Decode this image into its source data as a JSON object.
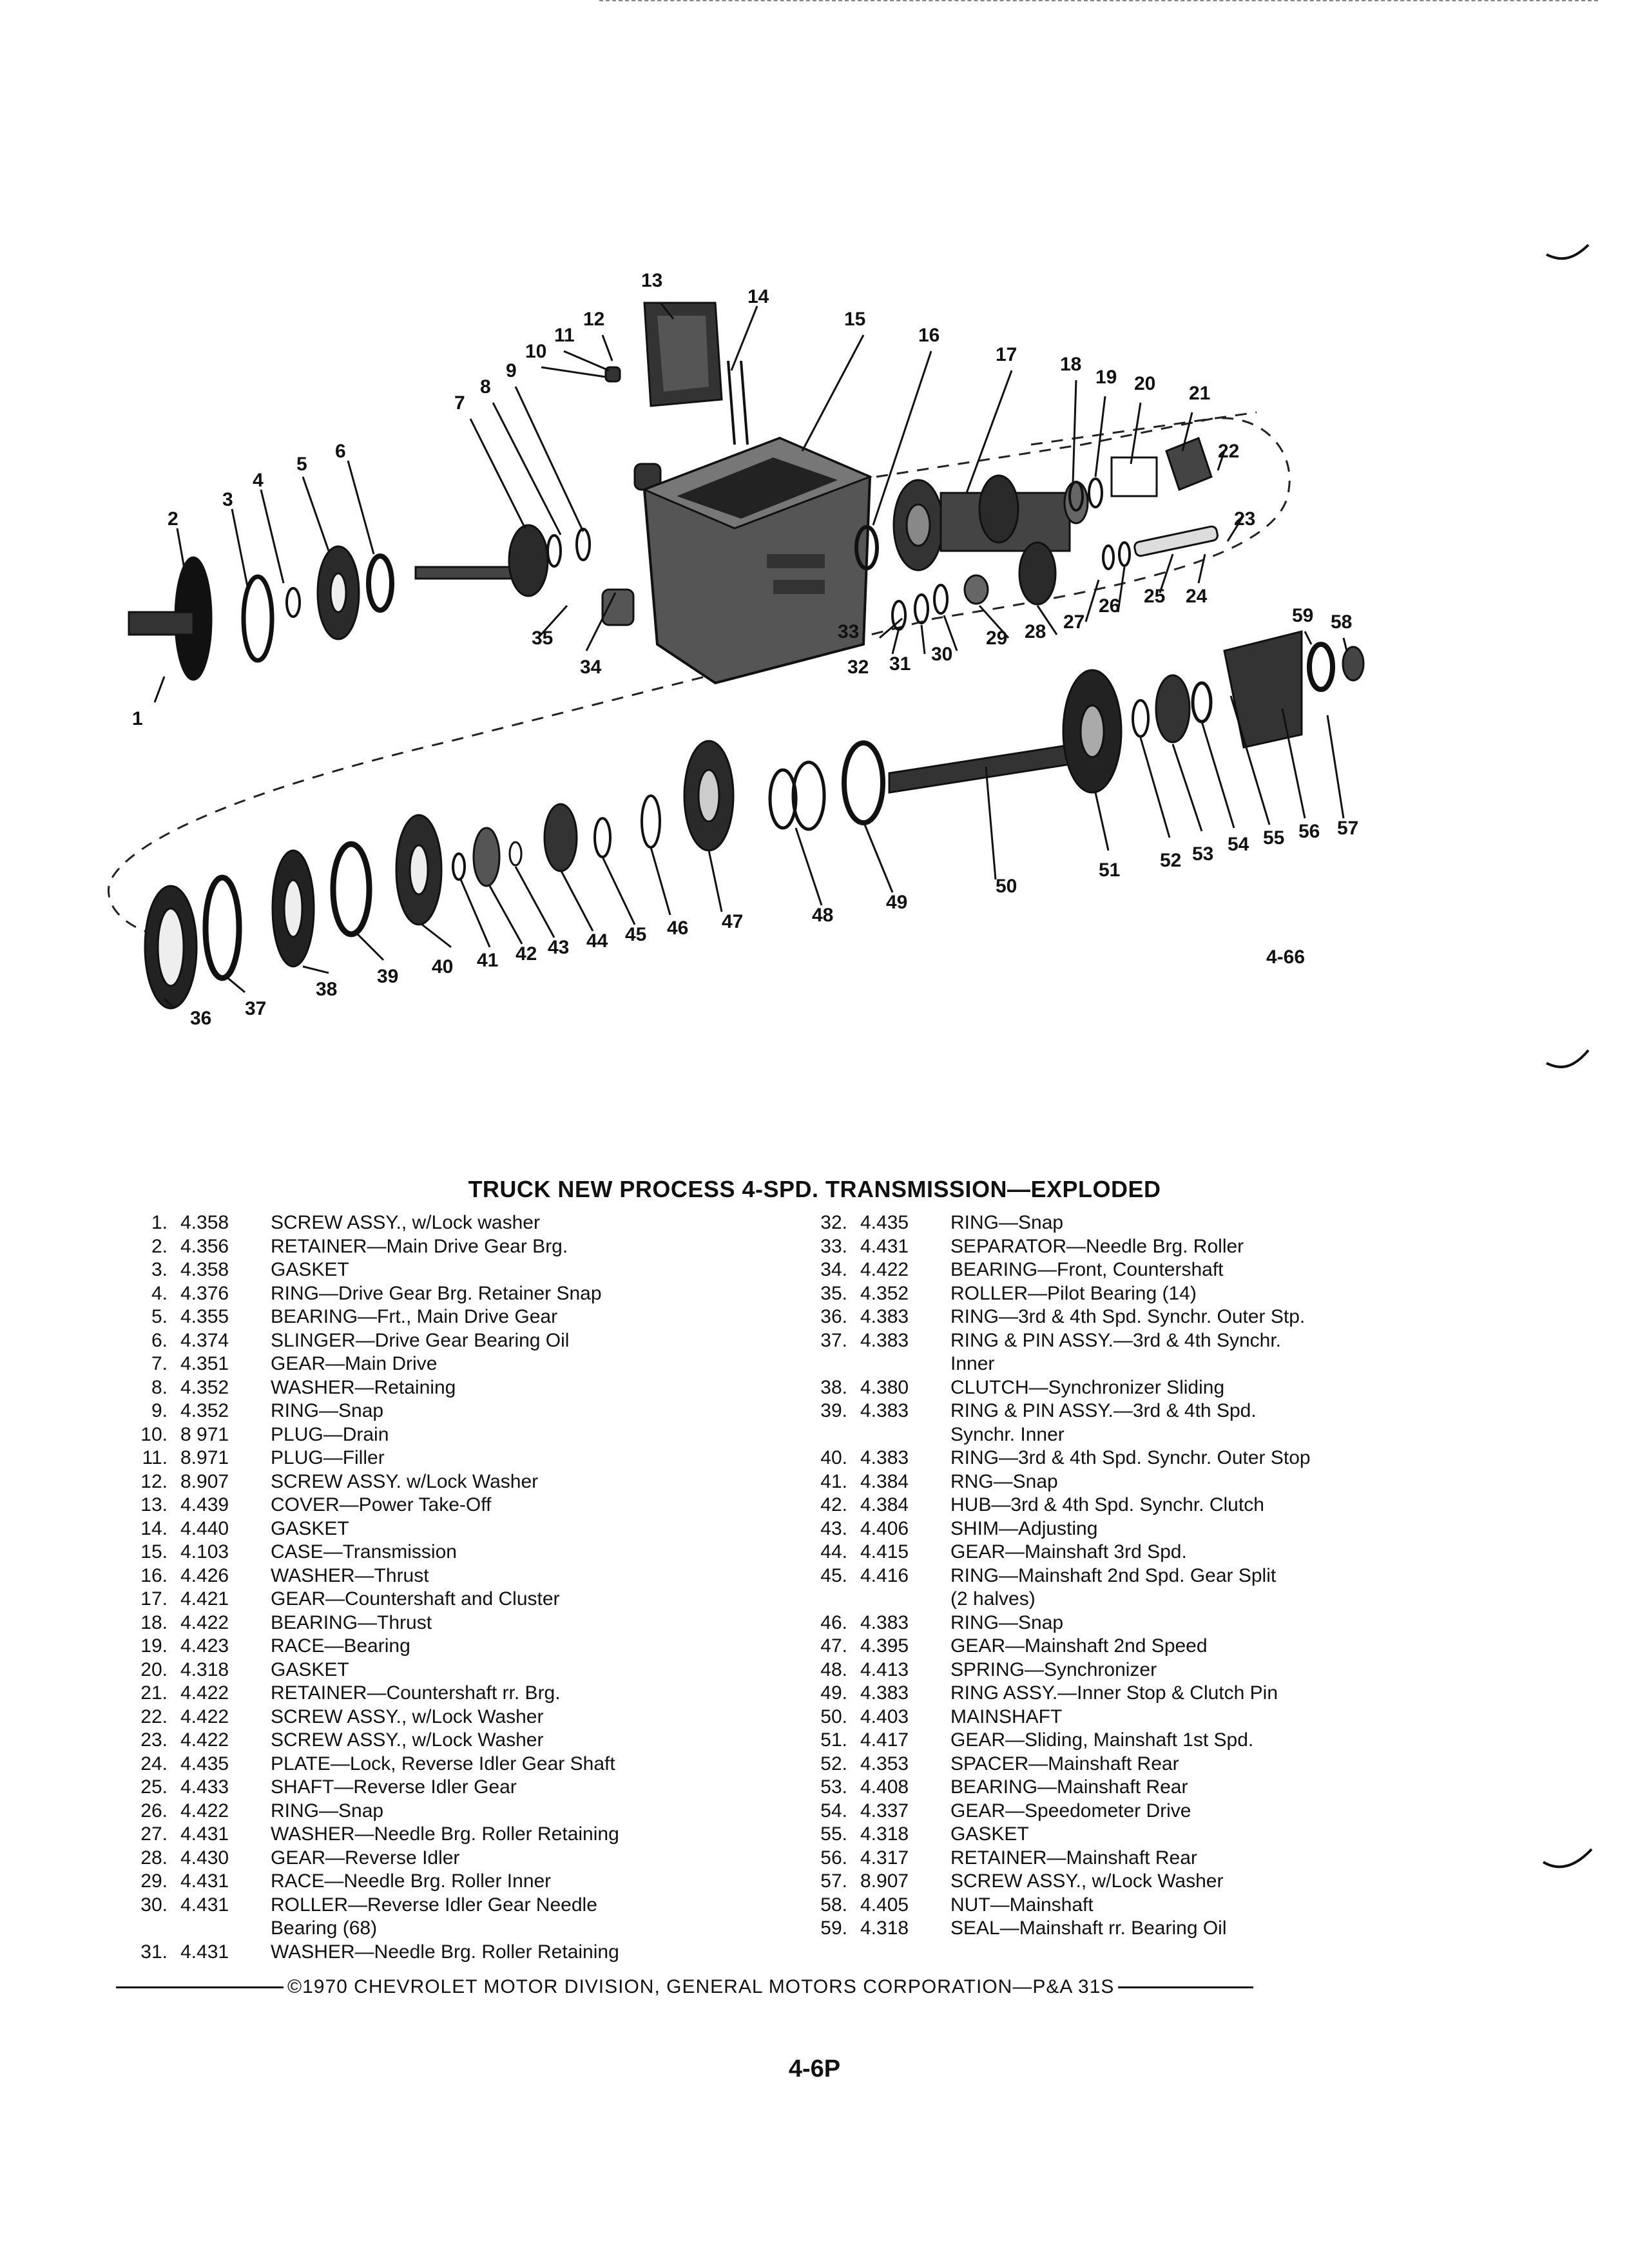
{
  "diagram": {
    "figure_number": "4-66",
    "callouts": [
      "1",
      "2",
      "3",
      "4",
      "5",
      "6",
      "7",
      "8",
      "9",
      "10",
      "11",
      "12",
      "13",
      "14",
      "15",
      "16",
      "17",
      "18",
      "19",
      "20",
      "21",
      "22",
      "23",
      "24",
      "25",
      "26",
      "27",
      "28",
      "29",
      "30",
      "31",
      "32",
      "33",
      "34",
      "35",
      "36",
      "37",
      "38",
      "39",
      "40",
      "41",
      "42",
      "43",
      "44",
      "45",
      "46",
      "47",
      "48",
      "49",
      "50",
      "51",
      "52",
      "53",
      "54",
      "55",
      "56",
      "57",
      "58",
      "59"
    ]
  },
  "document": {
    "title": "TRUCK NEW PROCESS 4-SPD. TRANSMISSION—EXPLODED",
    "footer": "©1970 CHEVROLET MOTOR DIVISION, GENERAL MOTORS CORPORATION—P&A 31S",
    "page_number": "4-6P"
  },
  "parts_left": [
    {
      "num": "1.",
      "code": "4.358",
      "desc": "SCREW ASSY., w/Lock washer"
    },
    {
      "num": "2.",
      "code": "4.356",
      "desc": "RETAINER—Main Drive Gear Brg."
    },
    {
      "num": "3.",
      "code": "4.358",
      "desc": "GASKET"
    },
    {
      "num": "4.",
      "code": "4.376",
      "desc": "RING—Drive Gear Brg. Retainer Snap"
    },
    {
      "num": "5.",
      "code": "4.355",
      "desc": "BEARING—Frt., Main Drive Gear"
    },
    {
      "num": "6.",
      "code": "4.374",
      "desc": "SLINGER—Drive Gear Bearing Oil"
    },
    {
      "num": "7.",
      "code": "4.351",
      "desc": "GEAR—Main Drive"
    },
    {
      "num": "8.",
      "code": "4.352",
      "desc": "WASHER—Retaining"
    },
    {
      "num": "9.",
      "code": "4.352",
      "desc": "RING—Snap"
    },
    {
      "num": "10.",
      "code": "8 971",
      "desc": "PLUG—Drain"
    },
    {
      "num": "11.",
      "code": "8.971",
      "desc": "PLUG—Filler"
    },
    {
      "num": "12.",
      "code": "8.907",
      "desc": "SCREW ASSY. w/Lock Washer"
    },
    {
      "num": "13.",
      "code": "4.439",
      "desc": "COVER—Power Take-Off"
    },
    {
      "num": "14.",
      "code": "4.440",
      "desc": "GASKET"
    },
    {
      "num": "15.",
      "code": "4.103",
      "desc": "CASE—Transmission"
    },
    {
      "num": "16.",
      "code": "4.426",
      "desc": "WASHER—Thrust"
    },
    {
      "num": "17.",
      "code": "4.421",
      "desc": "GEAR—Countershaft and Cluster"
    },
    {
      "num": "18.",
      "code": "4.422",
      "desc": "BEARING—Thrust"
    },
    {
      "num": "19.",
      "code": "4.423",
      "desc": "RACE—Bearing"
    },
    {
      "num": "20.",
      "code": "4.318",
      "desc": "GASKET"
    },
    {
      "num": "21.",
      "code": "4.422",
      "desc": "RETAINER—Countershaft rr. Brg."
    },
    {
      "num": "22.",
      "code": "4.422",
      "desc": "SCREW ASSY., w/Lock Washer"
    },
    {
      "num": "23.",
      "code": "4.422",
      "desc": "SCREW ASSY., w/Lock Washer"
    },
    {
      "num": "24.",
      "code": "4.435",
      "desc": "PLATE—Lock, Reverse Idler Gear Shaft"
    },
    {
      "num": "25.",
      "code": "4.433",
      "desc": "SHAFT—Reverse Idler Gear"
    },
    {
      "num": "26.",
      "code": "4.422",
      "desc": "RING—Snap"
    },
    {
      "num": "27.",
      "code": "4.431",
      "desc": "WASHER—Needle Brg. Roller Retaining"
    },
    {
      "num": "28.",
      "code": "4.430",
      "desc": "GEAR—Reverse Idler"
    },
    {
      "num": "29.",
      "code": "4.431",
      "desc": "RACE—Needle Brg. Roller Inner"
    },
    {
      "num": "30.",
      "code": "4.431",
      "desc": "ROLLER—Reverse Idler Gear Needle",
      "desc2": "Bearing (68)"
    },
    {
      "num": "31.",
      "code": "4.431",
      "desc": "WASHER—Needle Brg. Roller Retaining"
    }
  ],
  "parts_right": [
    {
      "num": "32.",
      "code": "4.435",
      "desc": "RING—Snap"
    },
    {
      "num": "33.",
      "code": "4.431",
      "desc": "SEPARATOR—Needle Brg. Roller"
    },
    {
      "num": "34.",
      "code": "4.422",
      "desc": "BEARING—Front, Countershaft"
    },
    {
      "num": "35.",
      "code": "4.352",
      "desc": "ROLLER—Pilot Bearing (14)"
    },
    {
      "num": "36.",
      "code": "4.383",
      "desc": "RING—3rd & 4th Spd. Synchr. Outer Stp."
    },
    {
      "num": "37.",
      "code": "4.383",
      "desc": "RING & PIN ASSY.—3rd & 4th Synchr.",
      "desc2": "Inner"
    },
    {
      "num": "38.",
      "code": "4.380",
      "desc": "CLUTCH—Synchronizer Sliding"
    },
    {
      "num": "39.",
      "code": "4.383",
      "desc": "RING & PIN ASSY.—3rd & 4th Spd.",
      "desc2": "Synchr. Inner"
    },
    {
      "num": "40.",
      "code": "4.383",
      "desc": "RING—3rd & 4th Spd. Synchr. Outer Stop"
    },
    {
      "num": "41.",
      "code": "4.384",
      "desc": "RNG—Snap"
    },
    {
      "num": "42.",
      "code": "4.384",
      "desc": "HUB—3rd & 4th Spd. Synchr. Clutch"
    },
    {
      "num": "43.",
      "code": "4.406",
      "desc": "SHIM—Adjusting"
    },
    {
      "num": "44.",
      "code": "4.415",
      "desc": "GEAR—Mainshaft 3rd Spd."
    },
    {
      "num": "45.",
      "code": "4.416",
      "desc": "RING—Mainshaft 2nd Spd. Gear Split",
      "desc2": "(2 halves)"
    },
    {
      "num": "46.",
      "code": "4.383",
      "desc": "RING—Snap"
    },
    {
      "num": "47.",
      "code": "4.395",
      "desc": "GEAR—Mainshaft 2nd Speed"
    },
    {
      "num": "48.",
      "code": "4.413",
      "desc": "SPRING—Synchronizer"
    },
    {
      "num": "49.",
      "code": "4.383",
      "desc": "RING ASSY.—Inner Stop & Clutch Pin"
    },
    {
      "num": "50.",
      "code": "4.403",
      "desc": "MAINSHAFT"
    },
    {
      "num": "51.",
      "code": "4.417",
      "desc": "GEAR—Sliding, Mainshaft 1st Spd."
    },
    {
      "num": "52.",
      "code": "4.353",
      "desc": "SPACER—Mainshaft Rear"
    },
    {
      "num": "53.",
      "code": "4.408",
      "desc": "BEARING—Mainshaft Rear"
    },
    {
      "num": "54.",
      "code": "4.337",
      "desc": "GEAR—Speedometer Drive"
    },
    {
      "num": "55.",
      "code": "4.318",
      "desc": "GASKET"
    },
    {
      "num": "56.",
      "code": "4.317",
      "desc": "RETAINER—Mainshaft Rear"
    },
    {
      "num": "57.",
      "code": "8.907",
      "desc": "SCREW ASSY., w/Lock Washer"
    },
    {
      "num": "58.",
      "code": "4.405",
      "desc": "NUT—Mainshaft"
    },
    {
      "num": "59.",
      "code": "4.318",
      "desc": "SEAL—Mainshaft rr. Bearing Oil"
    }
  ]
}
